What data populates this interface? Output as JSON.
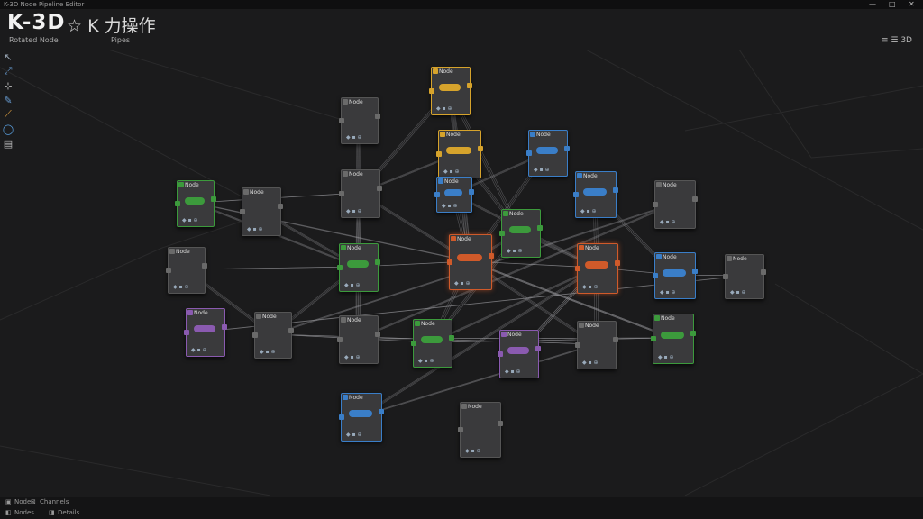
{
  "window": {
    "title": "K-3D Node Pipeline Editor",
    "controls": [
      "—",
      "□",
      "✕"
    ]
  },
  "app": {
    "brand": "K-3D",
    "tagline": "☆ K 力操作"
  },
  "panel": {
    "left": "Rotated Node",
    "right": "Pipes"
  },
  "top_right": {
    "icons": "≡ ☰ 3D"
  },
  "status": {
    "line1a": "Node",
    "line1b": "Channels",
    "line2a": "Nodes",
    "line2b": "Details"
  },
  "tools": [
    {
      "name": "move-arrow-icon",
      "glyph": "↖",
      "color": "#9aa7b5"
    },
    {
      "name": "select-icon",
      "glyph": "⤢",
      "color": "#6aa0d8"
    },
    {
      "name": "transform-icon",
      "glyph": "⊹",
      "color": "#bbbbbb"
    },
    {
      "name": "pen-icon",
      "glyph": "✎",
      "color": "#6aa0d8"
    },
    {
      "name": "curve-icon",
      "glyph": "⟋",
      "color": "#e0a040"
    },
    {
      "name": "lasso-icon",
      "glyph": "◯",
      "color": "#5aa0e0"
    },
    {
      "name": "panel-icon",
      "glyph": "▤",
      "color": "#bbbbbb"
    }
  ],
  "colors": {
    "green": "#3c9a3c",
    "orange": "#d05a2a",
    "blue": "#3a7ec8",
    "yellow": "#d6a32c",
    "purple": "#8a5ab0",
    "gray": "#6a6a6a"
  },
  "nodes": [
    {
      "id": "n1",
      "label": "Node",
      "accent": "yellow"
    },
    {
      "id": "n2",
      "label": "Node",
      "accent": "gray"
    },
    {
      "id": "n3",
      "label": "Node",
      "accent": "yellow"
    },
    {
      "id": "n4",
      "label": "Node",
      "accent": "blue"
    },
    {
      "id": "n5",
      "label": "Node",
      "accent": "gray"
    },
    {
      "id": "n6",
      "label": "Node",
      "accent": "green"
    },
    {
      "id": "n7",
      "label": "Node",
      "accent": "gray"
    },
    {
      "id": "n8",
      "label": "Node",
      "accent": "blue"
    },
    {
      "id": "n9",
      "label": "Node",
      "accent": "blue"
    },
    {
      "id": "n10",
      "label": "Node",
      "accent": "green"
    },
    {
      "id": "n11",
      "label": "Node",
      "accent": "gray"
    },
    {
      "id": "n12",
      "label": "Node",
      "accent": "green"
    },
    {
      "id": "n13",
      "label": "Node",
      "accent": "orange"
    },
    {
      "id": "n14",
      "label": "Node",
      "accent": "orange"
    },
    {
      "id": "n15",
      "label": "Node",
      "accent": "gray"
    },
    {
      "id": "n16",
      "label": "Node",
      "accent": "blue"
    },
    {
      "id": "n17",
      "label": "Node",
      "accent": "gray"
    },
    {
      "id": "n18",
      "label": "Node",
      "accent": "purple"
    },
    {
      "id": "n19",
      "label": "Node",
      "accent": "gray"
    },
    {
      "id": "n20",
      "label": "Node",
      "accent": "gray"
    },
    {
      "id": "n21",
      "label": "Node",
      "accent": "green"
    },
    {
      "id": "n22",
      "label": "Node",
      "accent": "purple"
    },
    {
      "id": "n23",
      "label": "Node",
      "accent": "gray"
    },
    {
      "id": "n24",
      "label": "Node",
      "accent": "green"
    },
    {
      "id": "n25",
      "label": "Node",
      "accent": "blue"
    },
    {
      "id": "n26",
      "label": "Node",
      "accent": "gray"
    }
  ],
  "edges": [
    [
      "n1",
      "n3"
    ],
    [
      "n1",
      "n5"
    ],
    [
      "n1",
      "n13"
    ],
    [
      "n1",
      "n12"
    ],
    [
      "n2",
      "n5"
    ],
    [
      "n2",
      "n10"
    ],
    [
      "n3",
      "n13"
    ],
    [
      "n3",
      "n12"
    ],
    [
      "n3",
      "n5"
    ],
    [
      "n4",
      "n8"
    ],
    [
      "n4",
      "n13"
    ],
    [
      "n5",
      "n13"
    ],
    [
      "n5",
      "n10"
    ],
    [
      "n6",
      "n10"
    ],
    [
      "n6",
      "n13"
    ],
    [
      "n6",
      "n5"
    ],
    [
      "n7",
      "n10"
    ],
    [
      "n8",
      "n14"
    ],
    [
      "n8",
      "n13"
    ],
    [
      "n9",
      "n14"
    ],
    [
      "n9",
      "n16"
    ],
    [
      "n10",
      "n13"
    ],
    [
      "n10",
      "n19"
    ],
    [
      "n10",
      "n20"
    ],
    [
      "n11",
      "n10"
    ],
    [
      "n11",
      "n19"
    ],
    [
      "n12",
      "n13"
    ],
    [
      "n12",
      "n14"
    ],
    [
      "n13",
      "n14"
    ],
    [
      "n13",
      "n21"
    ],
    [
      "n13",
      "n23"
    ],
    [
      "n13",
      "n24"
    ],
    [
      "n14",
      "n16"
    ],
    [
      "n14",
      "n23"
    ],
    [
      "n14",
      "n22"
    ],
    [
      "n14",
      "n25"
    ],
    [
      "n15",
      "n20"
    ],
    [
      "n15",
      "n19"
    ],
    [
      "n16",
      "n17"
    ],
    [
      "n17",
      "n18"
    ],
    [
      "n19",
      "n21"
    ],
    [
      "n19",
      "n23"
    ],
    [
      "n20",
      "n24"
    ],
    [
      "n21",
      "n24"
    ],
    [
      "n21",
      "n14"
    ],
    [
      "n22",
      "n14"
    ],
    [
      "n23",
      "n25"
    ],
    [
      "n24",
      "n13"
    ],
    [
      "n12",
      "n21"
    ],
    [
      "n5",
      "n20"
    ]
  ]
}
